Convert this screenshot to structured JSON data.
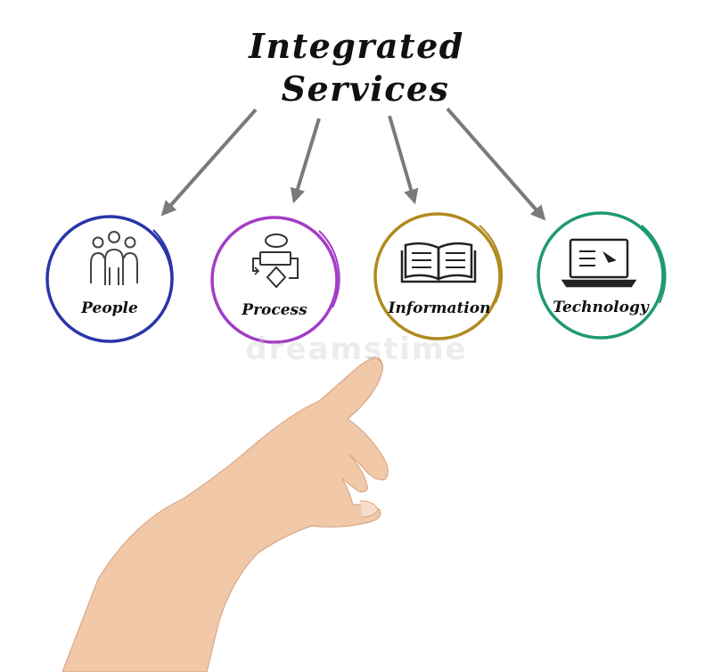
{
  "title": {
    "line1": "Integrated",
    "line2": "Services"
  },
  "nodes": [
    {
      "label": "People",
      "icon": "people-icon",
      "color": "#2a35a8"
    },
    {
      "label": "Process",
      "icon": "flowchart-icon",
      "color": "#a33cc7"
    },
    {
      "label": "Information",
      "icon": "open-book-icon",
      "color": "#b08a1f"
    },
    {
      "label": "Technology",
      "icon": "laptop-icon",
      "color": "#1f9a6a"
    }
  ],
  "colors": {
    "arrow": "#7a7a7a",
    "skin": "#f1c9a8",
    "text": "#111111"
  },
  "watermark": "dreamstime"
}
